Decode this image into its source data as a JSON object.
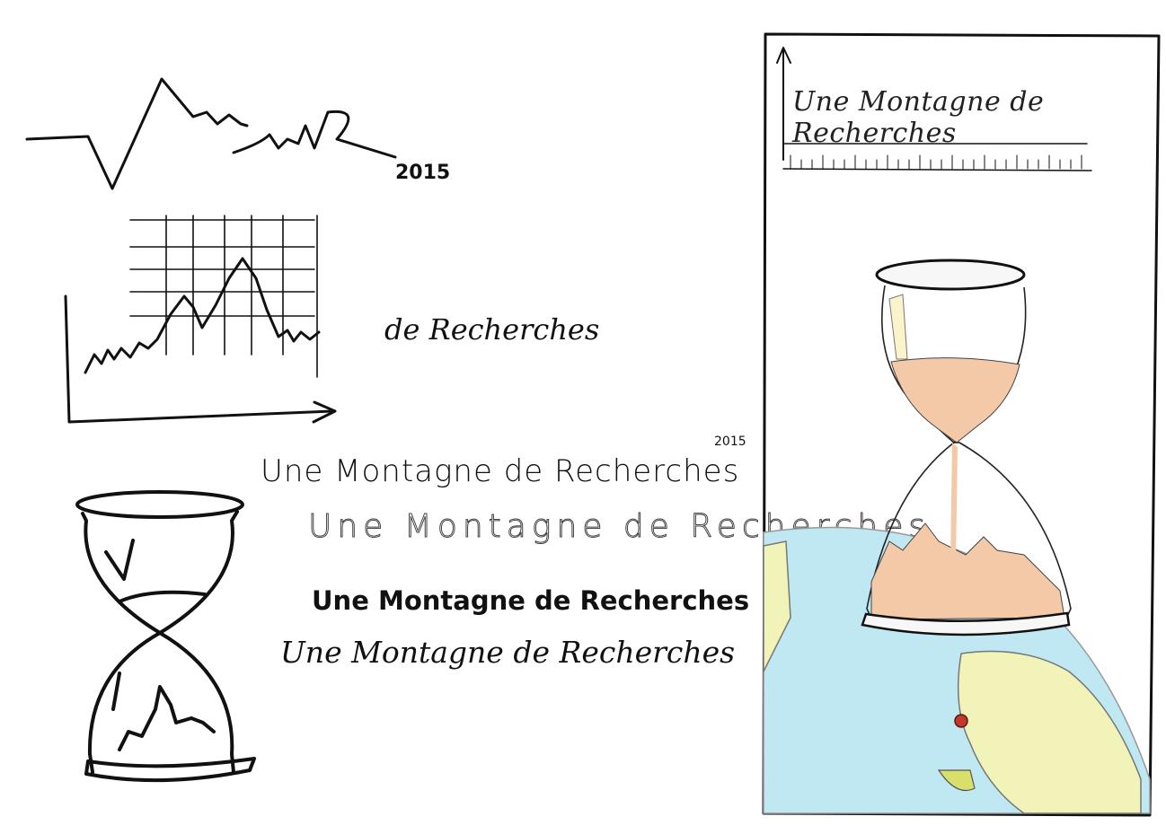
{
  "sketch": {
    "year_top": "2015",
    "chart_caption": "de Recherches",
    "logo_variants": [
      "Une Montagne de Recherches",
      "Une Montagne de Recherches",
      "Une Montagne de Recherches",
      "Une Montagne de Recherches"
    ],
    "logo_year": "2015"
  },
  "poster": {
    "title": "Une Montagne de Recherches"
  },
  "colors": {
    "ink": "#111111",
    "sand": "#f3c9a8",
    "ocean": "#bfe8f2",
    "land": "#f1f3b8",
    "marker": "#c0392b"
  }
}
